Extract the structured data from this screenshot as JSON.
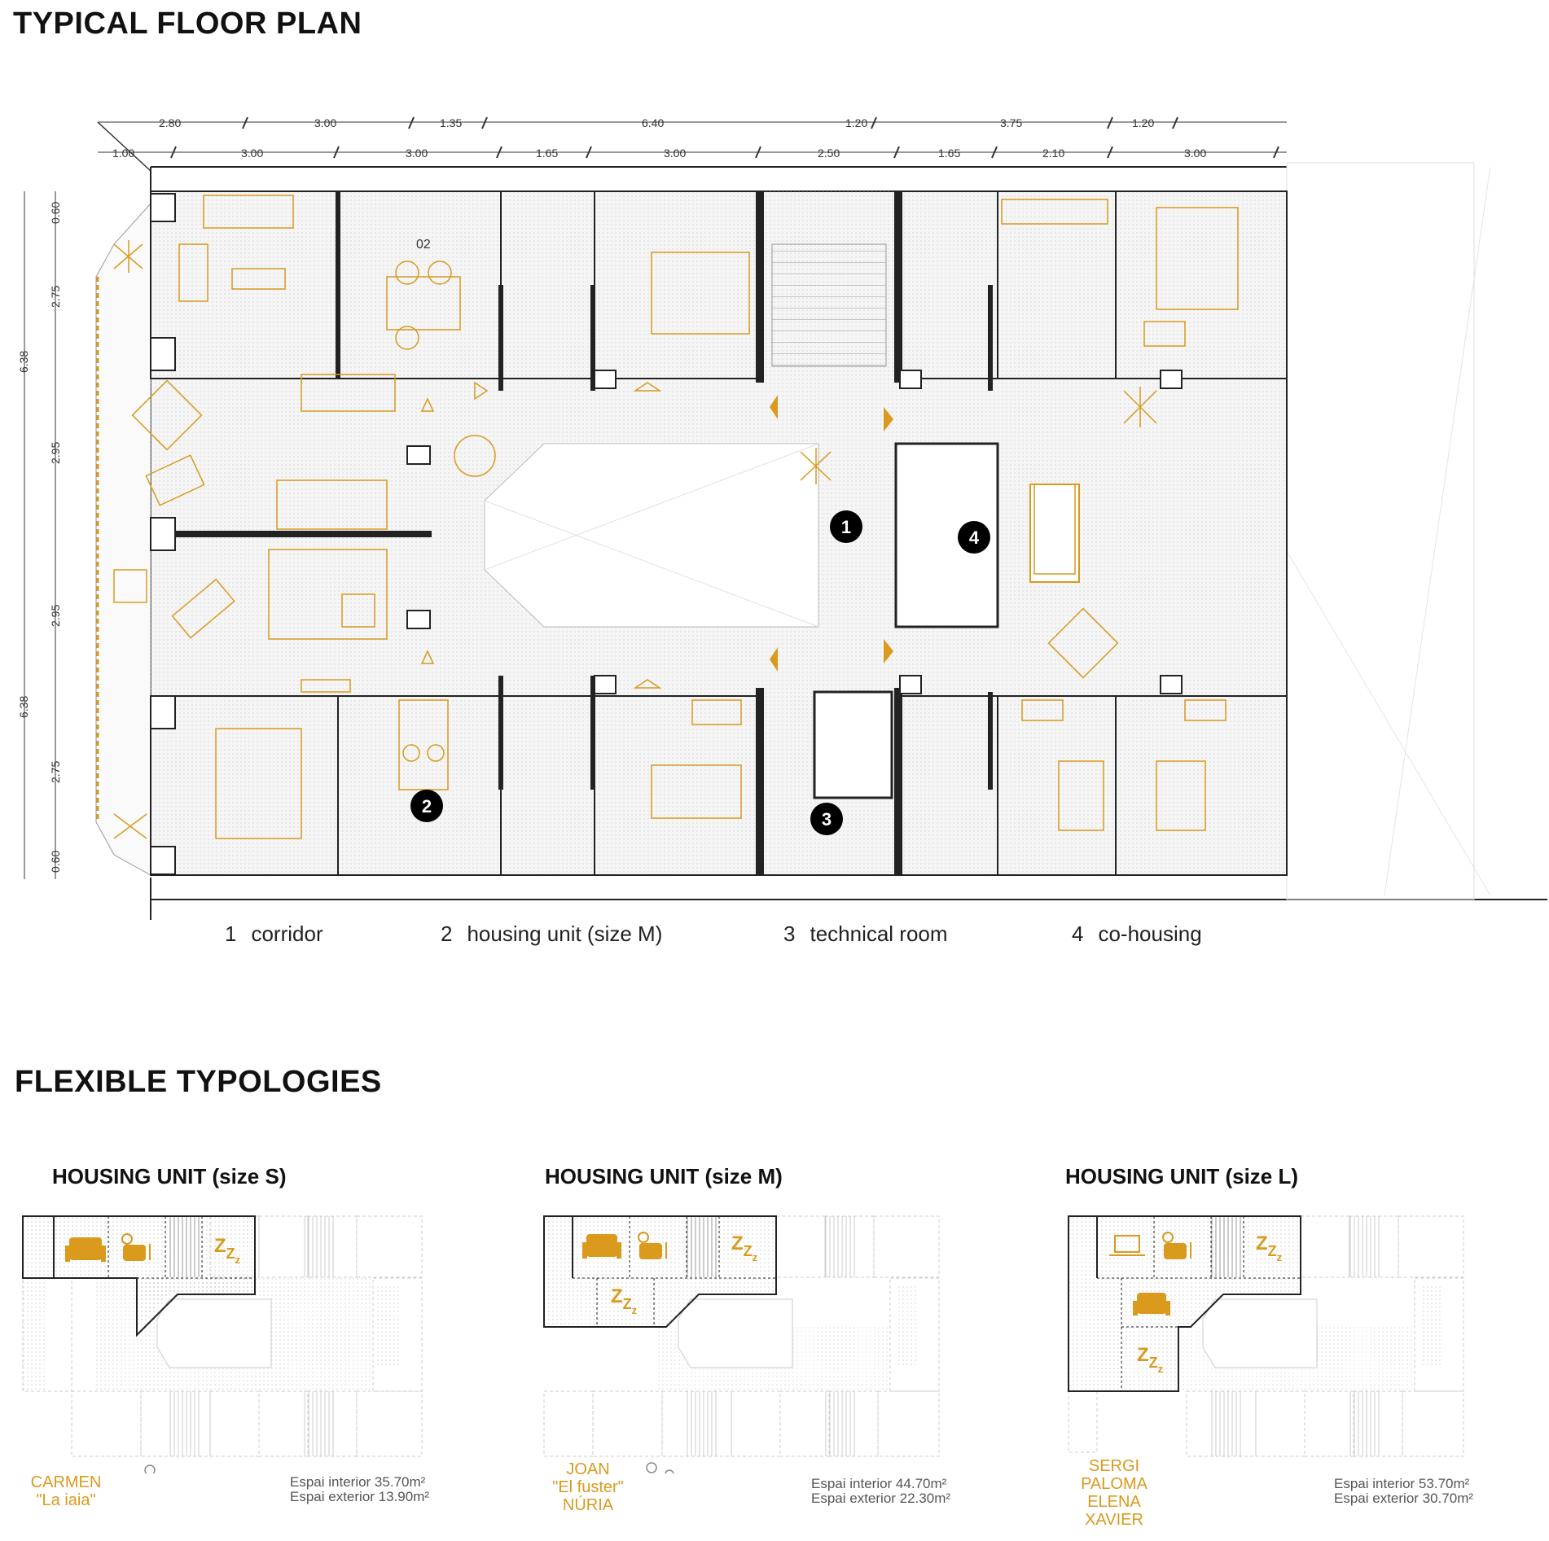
{
  "floor_plan": {
    "title": "TYPICAL FLOOR PLAN",
    "dims_top_row1": [
      "2.80",
      "3.00",
      "1.35",
      "6.40",
      "1.20",
      "3.75",
      "1.20"
    ],
    "dims_top_row2": [
      "1.00",
      "3.00",
      "3.00",
      "1.65",
      "3.00",
      "2.50",
      "1.65",
      "2.10",
      "3.00"
    ],
    "dims_left_outer": [
      "6.38",
      "6.38"
    ],
    "dims_left_inner": [
      "0.60",
      "2.75",
      "2.95",
      "2.95",
      "2.75",
      "0.60"
    ],
    "room_label": "02",
    "markers": [
      "1",
      "2",
      "3",
      "4"
    ],
    "legend": [
      {
        "num": "1",
        "label": "corridor"
      },
      {
        "num": "2",
        "label": "housing unit (size M)"
      },
      {
        "num": "3",
        "label": "technical room"
      },
      {
        "num": "4",
        "label": "co-housing"
      }
    ]
  },
  "typologies": {
    "title": "FLEXIBLE TYPOLOGIES",
    "units": [
      {
        "title": "HOUSING UNIT (size S)",
        "residents": [
          "CARMEN",
          "\"La iaia\""
        ],
        "interior": "Espai interior  35.70m²",
        "exterior": "Espai exterior  13.90m²"
      },
      {
        "title": "HOUSING UNIT (size M)",
        "residents": [
          "JOAN",
          "\"El fuster\"",
          "NÚRIA"
        ],
        "interior": "Espai interior  44.70m²",
        "exterior": "Espai exterior  22.30m²"
      },
      {
        "title": "HOUSING UNIT (size L)",
        "residents": [
          "SERGI",
          "PALOMA",
          "ELENA",
          "XAVIER"
        ],
        "interior": "Espai interior  53.70m²",
        "exterior": "Espai exterior  30.70m²"
      }
    ]
  },
  "colors": {
    "accent": "#d99a1e",
    "line": "#222222",
    "light_line": "#bbbbbb",
    "hatch": "#cccccc"
  }
}
